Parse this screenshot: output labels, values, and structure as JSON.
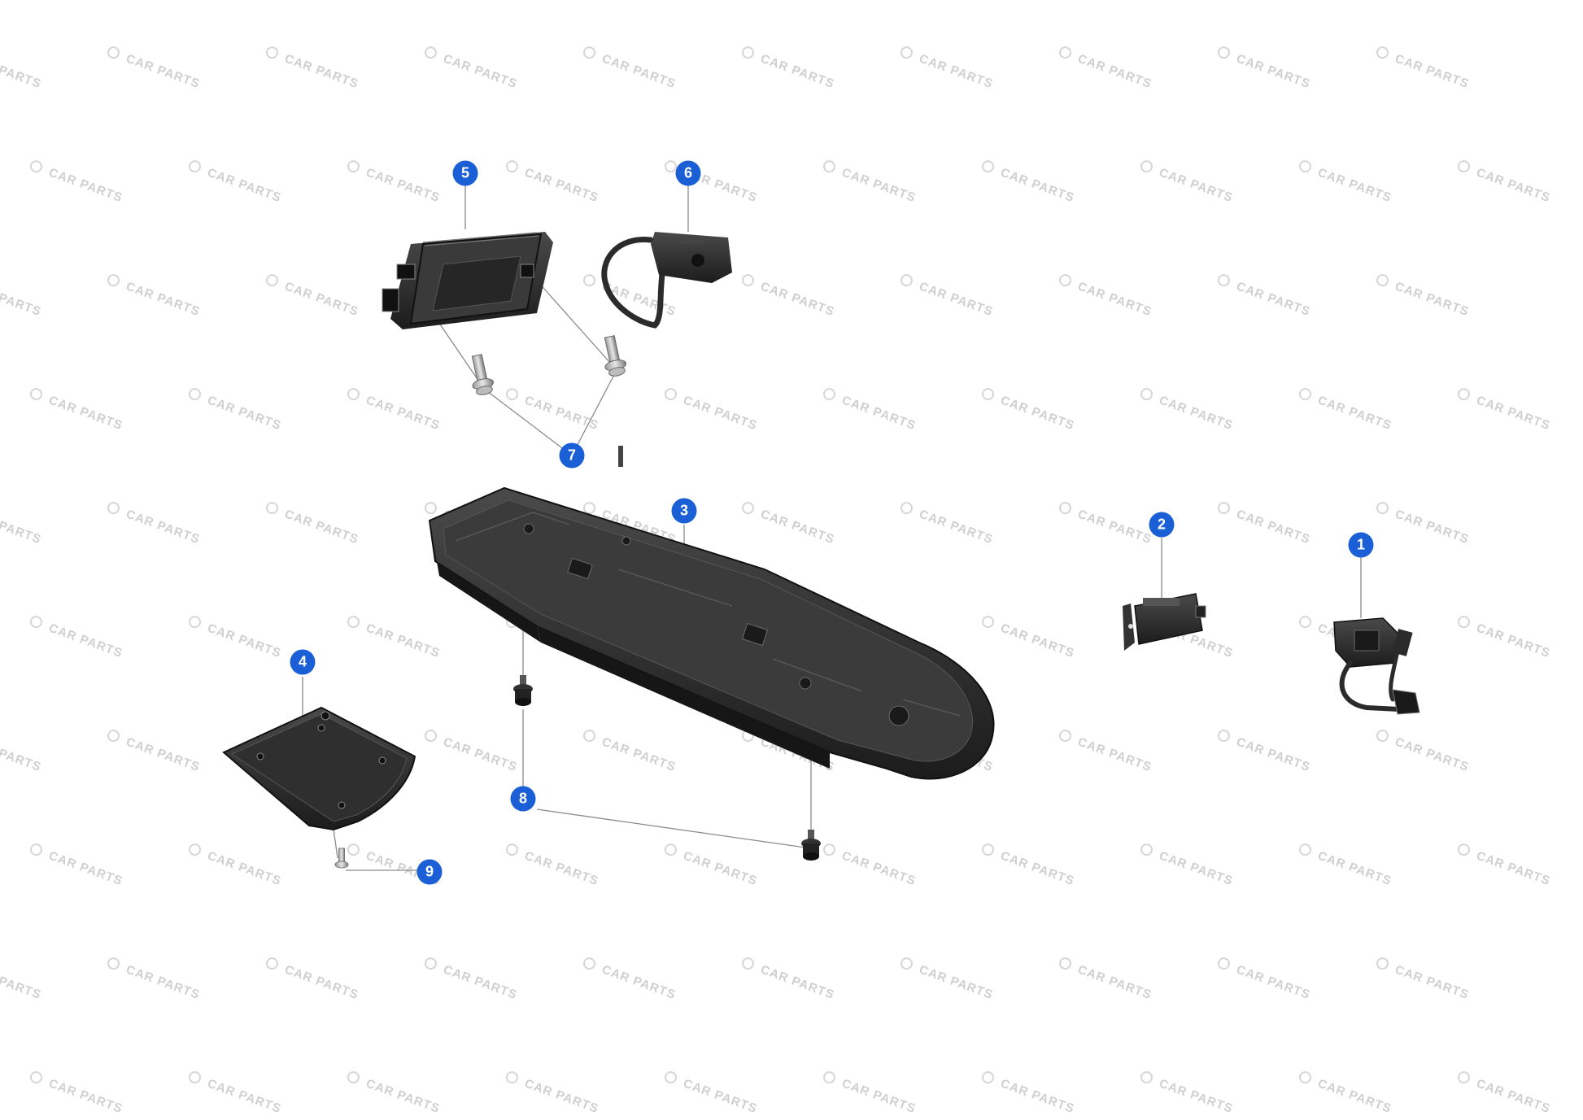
{
  "watermark": {
    "text": "CAR PARTS"
  },
  "callouts": [
    {
      "id": "1",
      "label": "1"
    },
    {
      "id": "2",
      "label": "2"
    },
    {
      "id": "3",
      "label": "3"
    },
    {
      "id": "4",
      "label": "4"
    },
    {
      "id": "5",
      "label": "5"
    },
    {
      "id": "6",
      "label": "6"
    },
    {
      "id": "7",
      "label": "7"
    },
    {
      "id": "8",
      "label": "8"
    },
    {
      "id": "9",
      "label": "9"
    }
  ],
  "colors": {
    "callout": "#1a5fd6",
    "part": "#2a2a2a",
    "leader_line": "#8a8a8a",
    "watermark": "#cfcfcf",
    "background": "#ffffff"
  }
}
